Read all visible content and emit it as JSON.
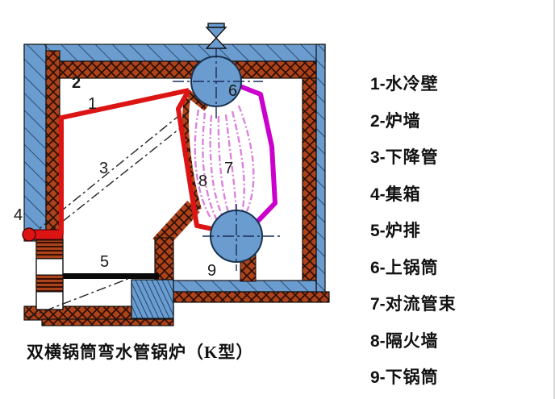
{
  "caption": "双横锅筒弯水管锅炉（K型）",
  "legend": {
    "items": [
      {
        "num": "1-",
        "label": "水冷壁"
      },
      {
        "num": "2-",
        "label": "炉墙"
      },
      {
        "num": "3-",
        "label": "下降管"
      },
      {
        "num": "4-",
        "label": "集箱"
      },
      {
        "num": "5-",
        "label": "炉排"
      },
      {
        "num": "6-",
        "label": "上锅筒"
      },
      {
        "num": "7-",
        "label": "对流管束"
      },
      {
        "num": "8-",
        "label": "隔火墙"
      },
      {
        "num": "9-",
        "label": "下锅筒"
      }
    ]
  },
  "diagram": {
    "labels": {
      "water_wall": "1",
      "furnace_wall": "2",
      "downcomer": "3",
      "header": "4",
      "grate": "5",
      "upper_drum": "6",
      "convection_bank": "7",
      "fire_partition": "8",
      "lower_drum": "9"
    },
    "colors": {
      "steel_blue": "#6b9ccf",
      "refractory_brown": "#ad431a",
      "water_wall_red": "#dd1414",
      "tube_bank_magenta": "#cc00cc",
      "tube_pink": "#dc82dc"
    }
  }
}
